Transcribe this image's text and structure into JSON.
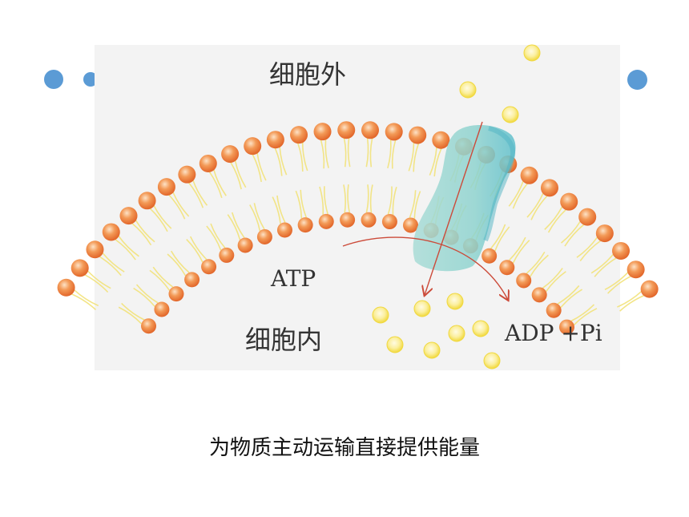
{
  "figure": {
    "label_outside": "细胞外",
    "label_inside": "细胞内",
    "label_atp": "ATP",
    "label_adp": "ADP +Pi"
  },
  "caption": "为物质主动运输直接提供能量",
  "colors": {
    "decor_dot": "#5b9bd5",
    "panel_bg": "#f3f3f3",
    "lipid_head": "#ef7a3a",
    "lipid_tail": "#f2e27a",
    "protein": "#8fd3cf",
    "arrow": "#cc4b3a",
    "solute": "#f4dd3c"
  },
  "icons": [
    "phospholipid-head-icon",
    "carrier-protein-icon",
    "solute-molecule-icon"
  ]
}
